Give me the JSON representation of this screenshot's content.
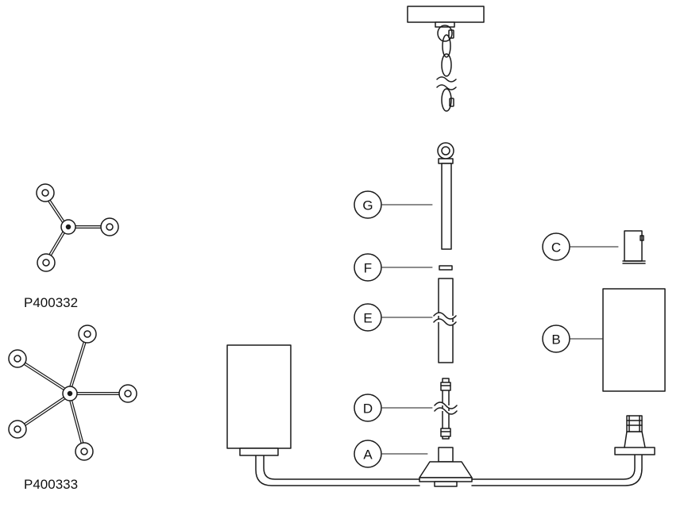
{
  "models": [
    "P400332",
    "P400333"
  ],
  "part_labels": [
    "A",
    "B",
    "C",
    "D",
    "E",
    "F",
    "G"
  ],
  "colors": {
    "stroke": "#1a1a1a",
    "fill": "#ffffff",
    "background": "#ffffff"
  }
}
